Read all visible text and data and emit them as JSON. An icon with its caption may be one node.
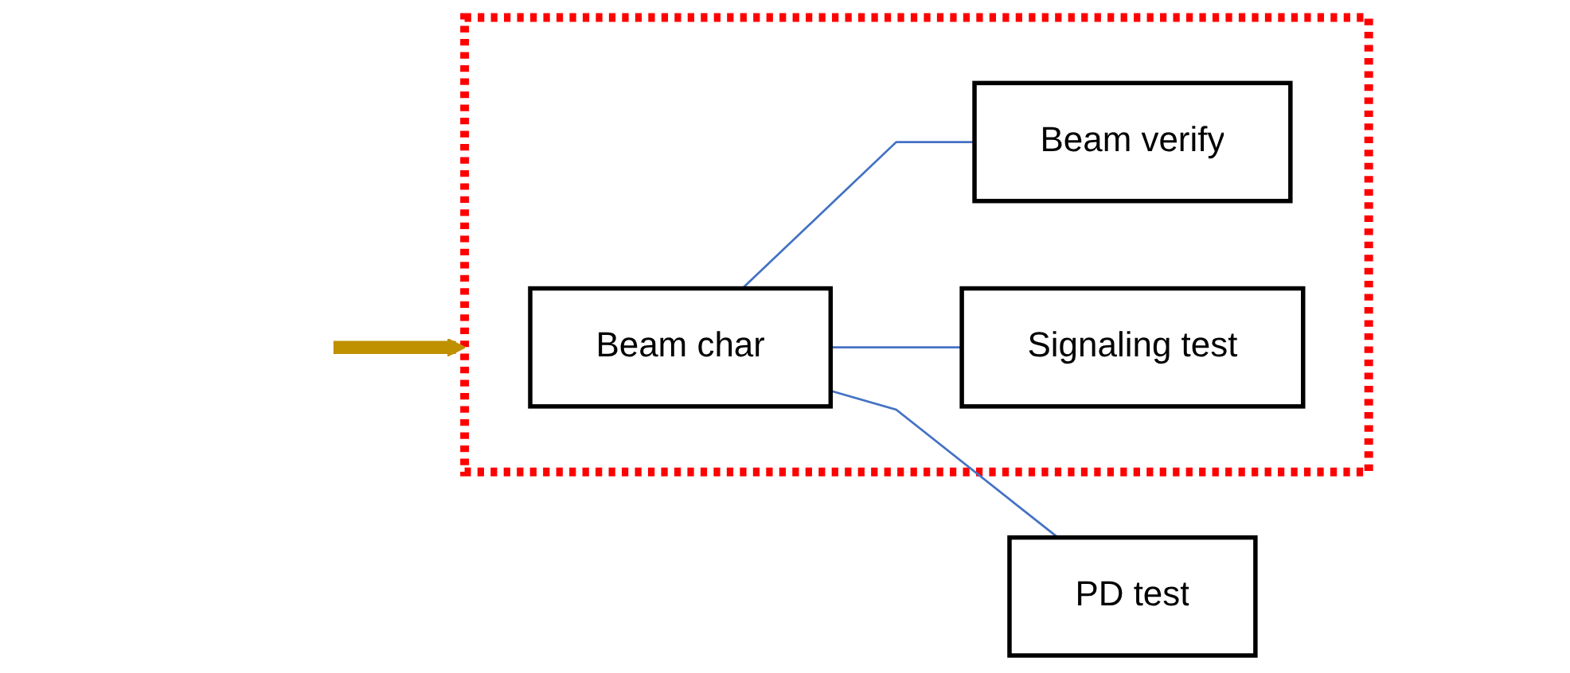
{
  "diagram": {
    "nodes": [
      {
        "text": [],
        "shape": "box"
      },
      {
        "text": [
          "Beam char"
        ],
        "in": 0
      },
      {
        "text": [
          "Beam verify"
        ],
        "in": 0
      },
      {
        "text": [
          "Signaling test"
        ],
        "in": 0
      },
      {
        "text": [
          "PD test"
        ]
      }
    ],
    "edges": [
      {
        "from": 1,
        "to": 2,
        "arrow": "none",
        "color": "#4472c4"
      },
      {
        "from": 1,
        "to": 3,
        "arrow": "none",
        "color": "#4472c4"
      },
      {
        "from": 1,
        "to": 4,
        "arrow": "none",
        "color": "#4472c4"
      },
      {
        "from": null,
        "to": 0,
        "arrow": "to",
        "style": "thick",
        "color": "#bf9000"
      }
    ]
  }
}
